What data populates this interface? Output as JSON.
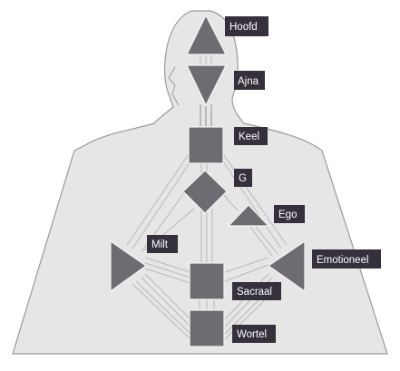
{
  "diagram": {
    "labels": {
      "head": "Hoofd",
      "ajna": "Ajna",
      "throat": "Keel",
      "g": "G",
      "ego": "Ego",
      "spleen": "Milt",
      "solar_plexus": "Emotioneel",
      "sacral": "Sacraal",
      "root": "Wortel"
    },
    "colors": {
      "center_fill": "#6e6b71",
      "label_background": "#35303b",
      "label_text": "#ffffff",
      "silhouette": "#e6e6e6",
      "outline": "#9a9a9a"
    }
  }
}
